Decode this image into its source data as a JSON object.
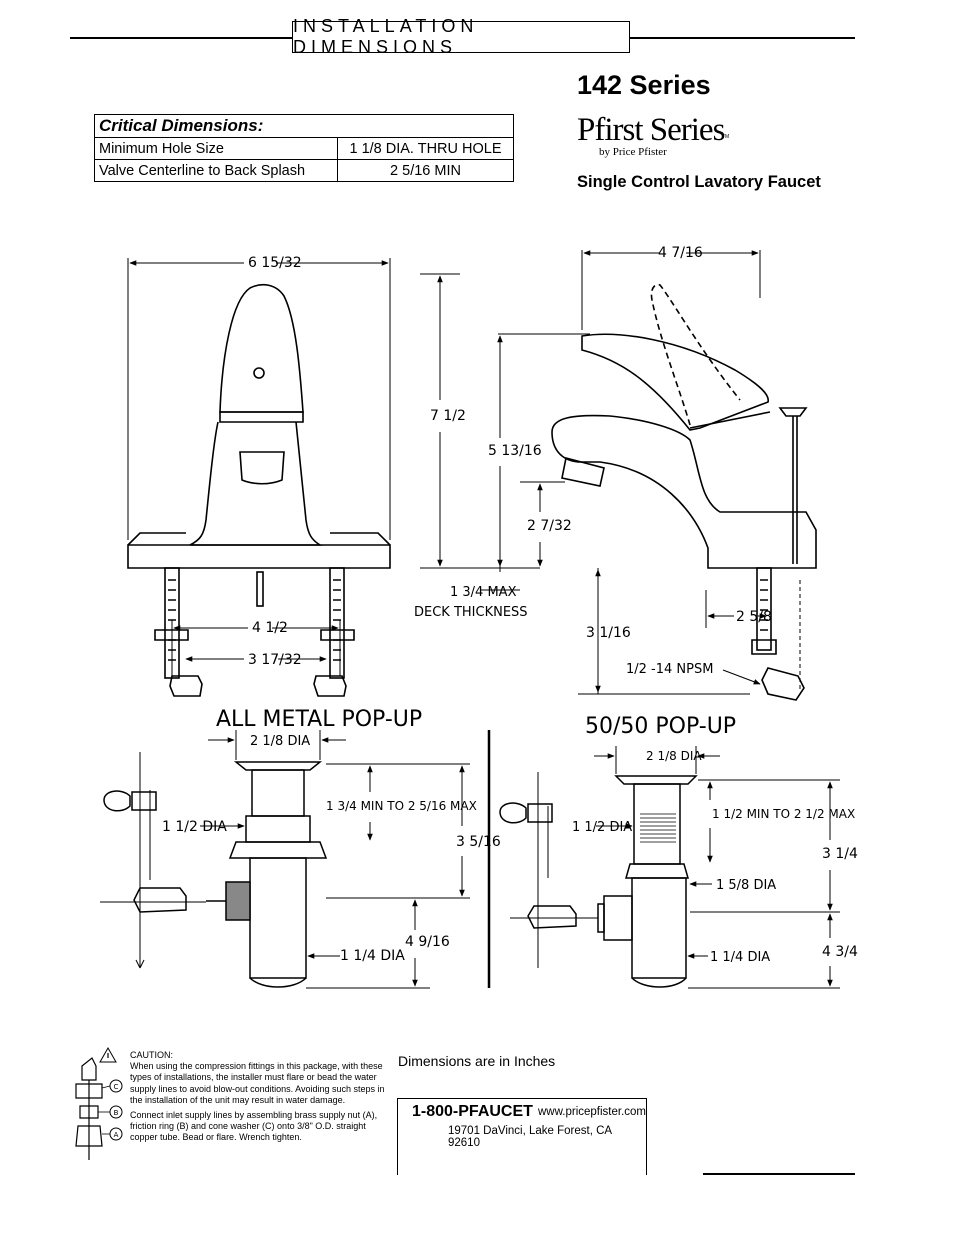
{
  "header": {
    "title": "INSTALLATION DIMENSIONS"
  },
  "product": {
    "series": "142 Series",
    "brand_main": "Pfirst Series",
    "brand_sub": "by Price Pfister",
    "brand_tm": "TM",
    "subtitle": "Single Control Lavatory Faucet"
  },
  "critical_dimensions": {
    "heading": "Critical Dimensions:",
    "rows": [
      {
        "label": "Minimum Hole Size",
        "value": "1 1/8 DIA. THRU HOLE"
      },
      {
        "label": "Valve Centerline to Back Splash",
        "value": "2 5/16 MIN"
      }
    ]
  },
  "drawing": {
    "front_width": "6 15/32",
    "height_total": "7 1/2",
    "spout_height": "5 13/16",
    "aerator_height": "2 7/32",
    "reach": "4 7/16",
    "deck_thickness": "1 3/4 MAX",
    "deck_label": "DECK THICKNESS",
    "center_spread": "4 1/2",
    "inner_spread": "3 17/32",
    "shank_length": "3 1/16",
    "shank_offset": "2 5/8",
    "thread": "1/2 -14 NPSM",
    "all_metal_title": "ALL METAL POP-UP",
    "fifty_title": "50/50 POP-UP",
    "am_flange_dia": "2 1/8 DIA",
    "am_body_dia": "1 1/2 DIA",
    "am_range": "1 3/4 MIN TO 2 5/16 MAX",
    "am_height": "3 5/16",
    "am_tail_dia": "1 1/4 DIA",
    "am_tail_len": "4 9/16",
    "ff_flange_dia": "2 1/8 DIA",
    "ff_body_dia": "1 1/2 DIA",
    "ff_range": "1 1/2 MIN TO 2 1/2 MAX",
    "ff_nut_dia": "1 5/8 DIA",
    "ff_height": "3 1/4",
    "ff_tail_dia": "1 1/4 DIA",
    "ff_tail_len": "4 3/4"
  },
  "caution": {
    "title": "CAUTION:",
    "para1": "When using the compression fittings in this package, with these types of installations, the installer must flare or bead the water supply lines to avoid blow-out conditions. Avoiding such steps in the installation of the unit may result in water damage.",
    "para2": "Connect inlet supply lines by assembling brass supply nut (A), friction ring (B) and cone washer (C) onto 3/8\" O.D. straight copper tube. Bead or flare. Wrench tighten.",
    "labels": [
      "C",
      "B",
      "A"
    ]
  },
  "footer": {
    "note": "Dimensions are in Inches",
    "phone": "1-800-PFAUCET",
    "website": "www.pricepfister.com",
    "address": "19701 DaVinci, Lake Forest, CA  92610"
  }
}
